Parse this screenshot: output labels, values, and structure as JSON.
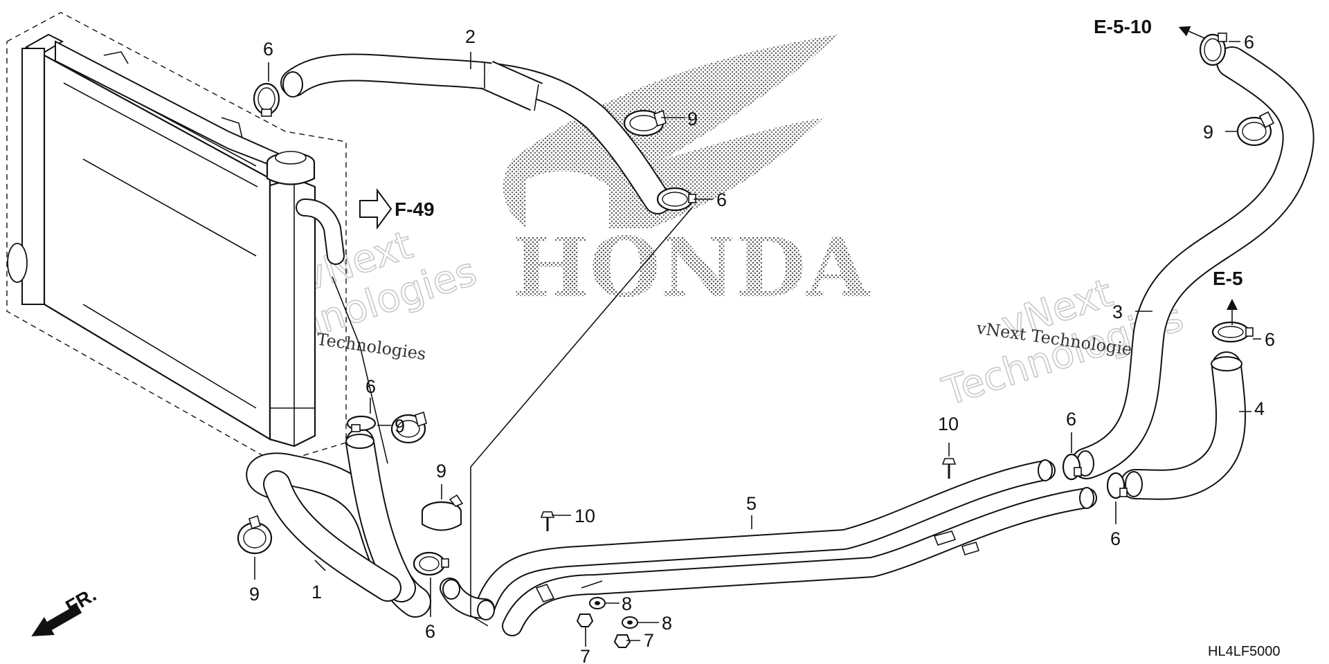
{
  "callouts": {
    "c2": "2",
    "c6_top": "6",
    "c9_top": "9",
    "c6_mid": "6",
    "c6_topright": "6",
    "c9_right": "9",
    "c3": "3",
    "c6_e5": "6",
    "c4": "4",
    "c6_left": "6",
    "c9_left": "9",
    "c9_a": "9",
    "c9_b": "9",
    "c1": "1",
    "c6_b": "6",
    "c10_a": "10",
    "c5": "5",
    "c10_b": "10",
    "c6_r1": "6",
    "c6_r2": "6",
    "c8_a": "8",
    "c8_b": "8",
    "c7_a": "7",
    "c7_b": "7"
  },
  "refs": {
    "e510": "E-5-10",
    "e5": "E-5",
    "f49": "F-49",
    "front": "FR."
  },
  "brand_text": "HONDA",
  "watermark": {
    "line1": "vNext",
    "line2": "Technologies",
    "small": "vNext Technologies"
  },
  "diagram_code": "HL4LF5000"
}
